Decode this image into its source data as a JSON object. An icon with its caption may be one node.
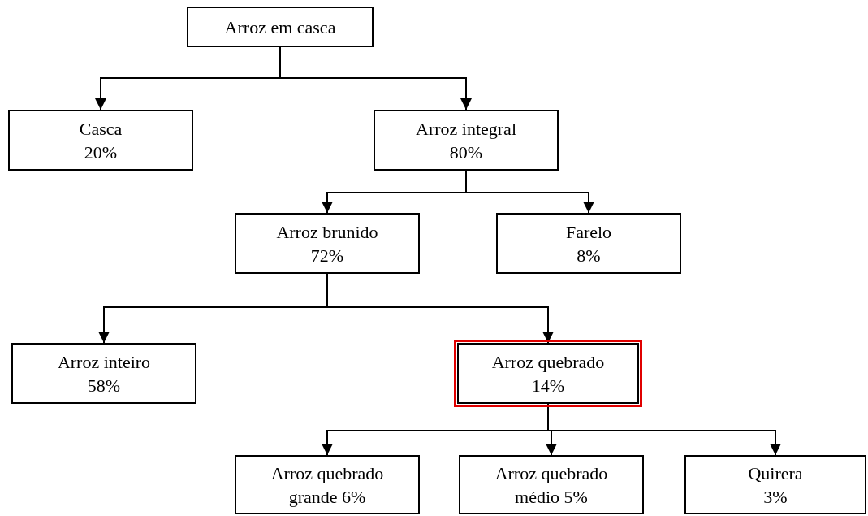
{
  "diagram": {
    "nodes": [
      {
        "text": [
          "Arroz em casca"
        ]
      },
      {
        "text": [
          "Casca",
          "20%"
        ]
      },
      {
        "text": [
          "Arroz integral",
          "80%"
        ]
      },
      {
        "text": [
          "Arroz brunido",
          "72%"
        ]
      },
      {
        "text": [
          "Farelo",
          "8%"
        ]
      },
      {
        "text": [
          "Arroz inteiro",
          "58%"
        ]
      },
      {
        "text": [
          "Arroz quebrado",
          "14%"
        ]
      },
      {
        "text": [
          "Arroz quebrado grande 6%"
        ]
      },
      {
        "text": [
          "Arroz quebrado médio 5%"
        ]
      },
      {
        "text": [
          "Quirera",
          "3%"
        ]
      }
    ],
    "edges": [
      {
        "from": 0,
        "to": 1,
        "arrow": "to"
      },
      {
        "from": 0,
        "to": 2,
        "arrow": "to"
      },
      {
        "from": 2,
        "to": 3,
        "arrow": "to"
      },
      {
        "from": 2,
        "to": 4,
        "arrow": "to"
      },
      {
        "from": 3,
        "to": 5,
        "arrow": "to"
      },
      {
        "from": 3,
        "to": 6,
        "arrow": "to"
      },
      {
        "from": 6,
        "to": 7,
        "arrow": "to"
      },
      {
        "from": 6,
        "to": 8,
        "arrow": "to"
      },
      {
        "from": 6,
        "to": 9,
        "arrow": "to"
      }
    ]
  }
}
